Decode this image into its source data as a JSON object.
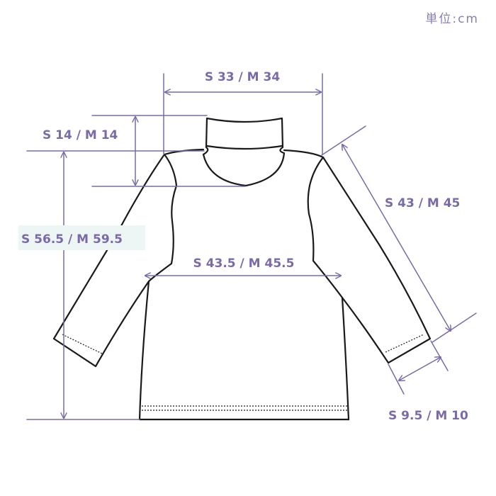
{
  "unit_label": "単位:cm",
  "measurements": {
    "shoulder_width": "S 33 / M 34",
    "neck_height": "S 14 / M 14",
    "sleeve_length": "S 43 / M 45",
    "body_length": "S 56.5 / M 59.5",
    "chest_width": "S 43.5 / M 45.5",
    "cuff_width": "S 9.5 / M 10"
  },
  "colors": {
    "dimension": "#7a6aa8",
    "garment_outline": "#1a1a1a",
    "highlight": "#eef6f5"
  }
}
